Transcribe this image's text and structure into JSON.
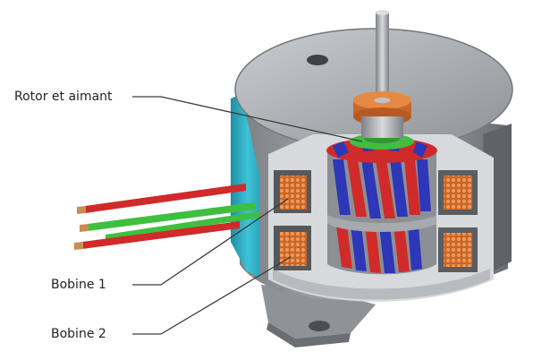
{
  "labels": {
    "rotor": "Rotor et aimant",
    "coil1": "Bobine 1",
    "coil2": "Bobine 2"
  },
  "colors": {
    "housing": "#9a9ea3",
    "housing_dark": "#6e7277",
    "housing_light": "#c7cace",
    "cyan": "#2fb3c9",
    "copper": "#e07f3a",
    "red": "#d02a2a",
    "blue": "#2d37b8",
    "green": "#3fbf3f",
    "leader": "#3a3a3a"
  }
}
